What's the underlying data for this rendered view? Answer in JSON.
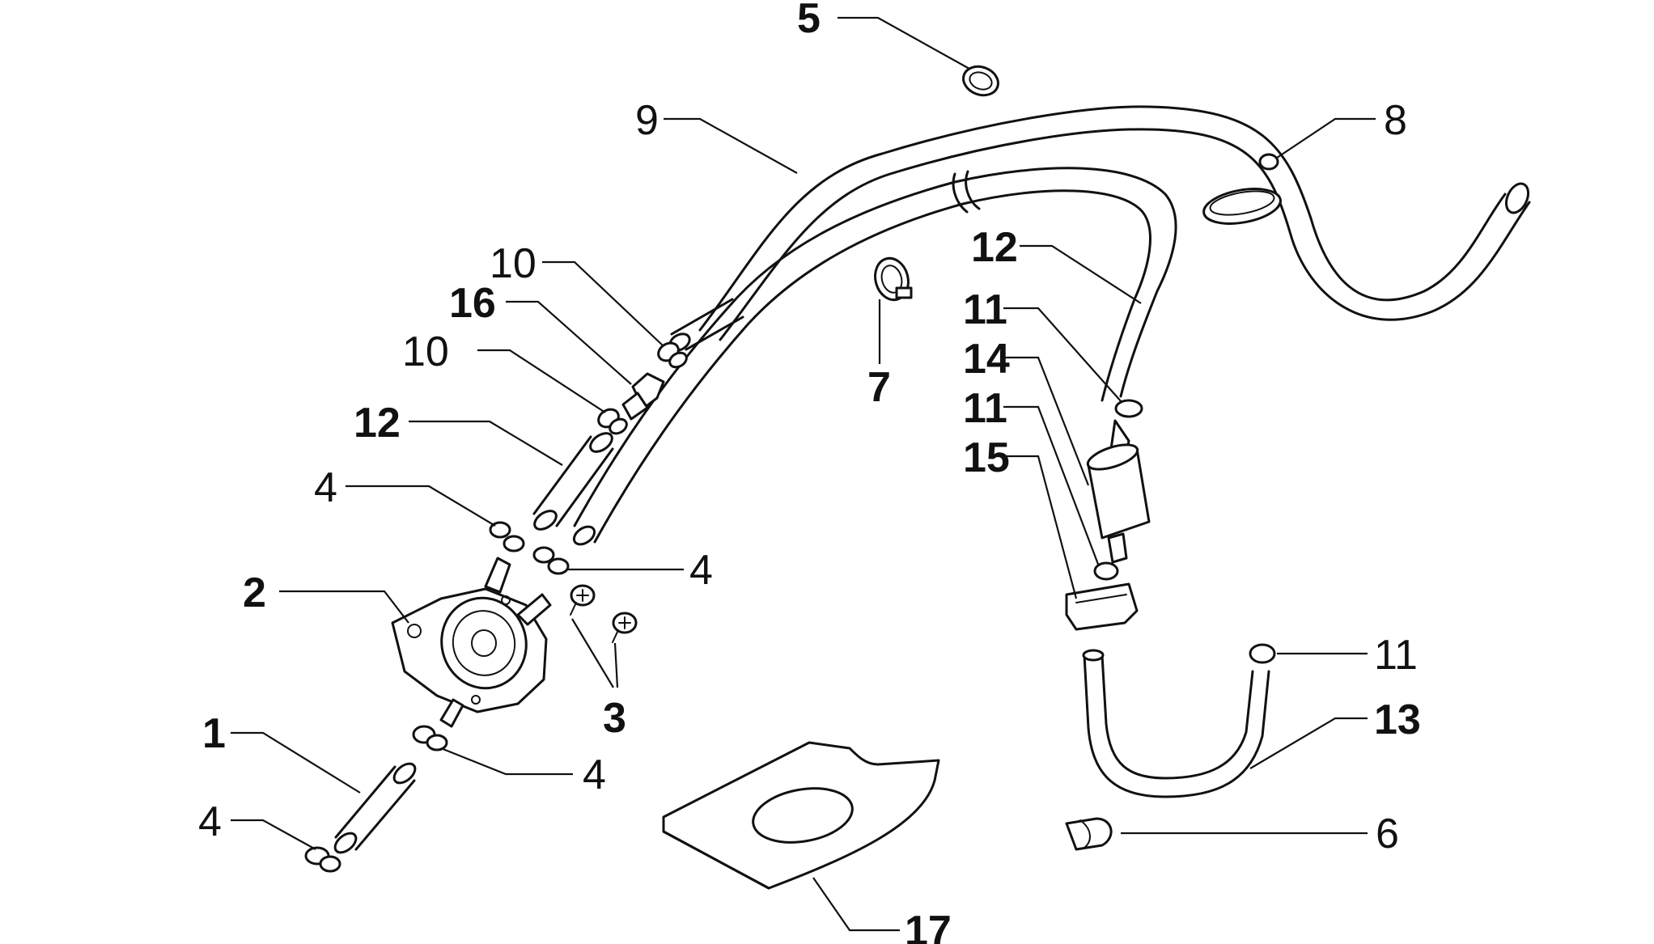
{
  "diagram": {
    "callouts": [
      {
        "id": "c1",
        "text": "1"
      },
      {
        "id": "c2",
        "text": "2"
      },
      {
        "id": "c3",
        "text": "3"
      },
      {
        "id": "c4a",
        "text": "4"
      },
      {
        "id": "c4b",
        "text": "4"
      },
      {
        "id": "c4c",
        "text": "4"
      },
      {
        "id": "c4d",
        "text": "4"
      },
      {
        "id": "c5",
        "text": "5"
      },
      {
        "id": "c6",
        "text": "6"
      },
      {
        "id": "c7",
        "text": "7"
      },
      {
        "id": "c8",
        "text": "8"
      },
      {
        "id": "c9",
        "text": "9"
      },
      {
        "id": "c10a",
        "text": "10"
      },
      {
        "id": "c10b",
        "text": "10"
      },
      {
        "id": "c11a",
        "text": "11"
      },
      {
        "id": "c11b",
        "text": "11"
      },
      {
        "id": "c11c",
        "text": "11"
      },
      {
        "id": "c12a",
        "text": "12"
      },
      {
        "id": "c12b",
        "text": "12"
      },
      {
        "id": "c13",
        "text": "13"
      },
      {
        "id": "c14",
        "text": "14"
      },
      {
        "id": "c15",
        "text": "15"
      },
      {
        "id": "c16",
        "text": "16"
      },
      {
        "id": "c17",
        "text": "17"
      }
    ]
  }
}
